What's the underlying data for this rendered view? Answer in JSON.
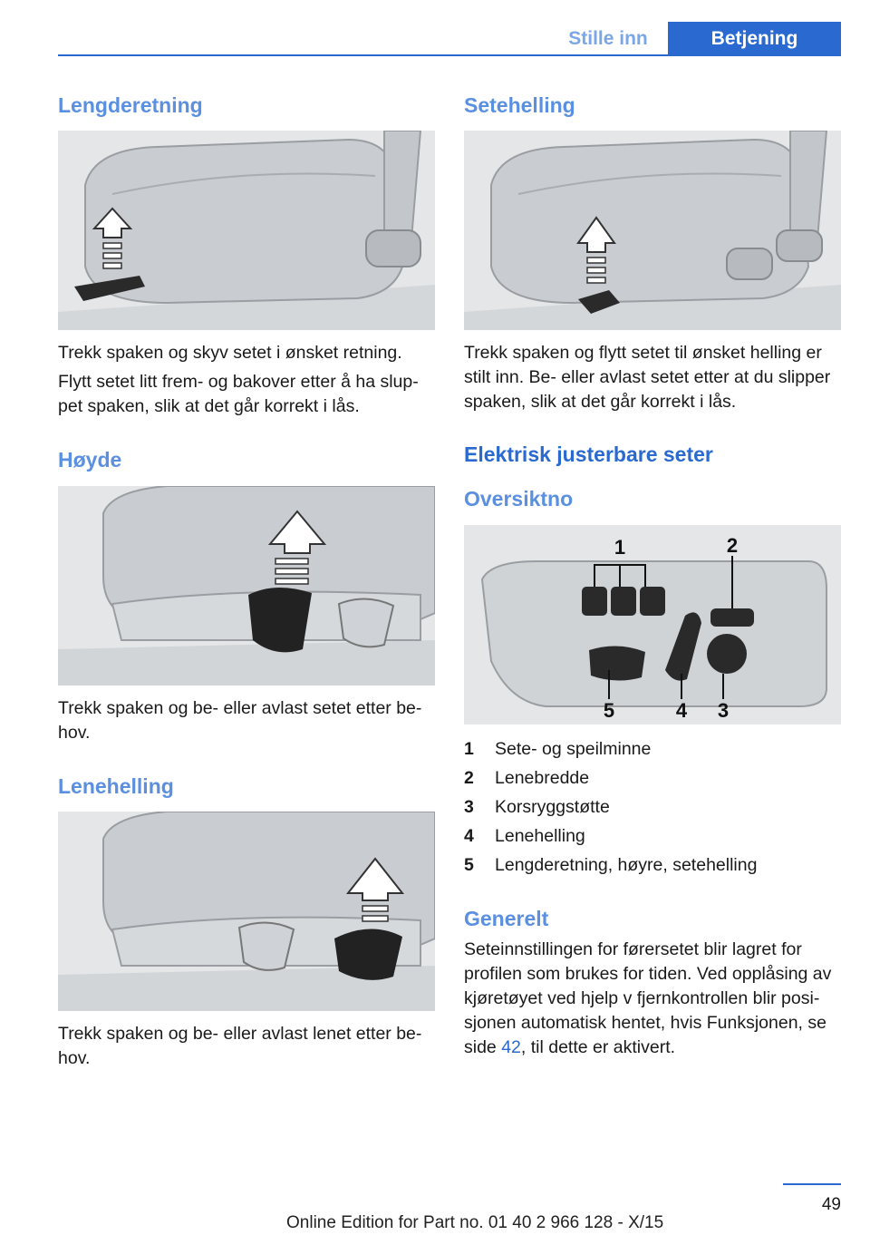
{
  "header": {
    "tab_inactive": "Stille inn",
    "tab_active": "Betjening"
  },
  "left": {
    "s1": {
      "heading": "Lengderetning",
      "p1": "Trekk spaken og skyv setet i ønsket retning.",
      "p2": "Flytt setet litt frem- og bakover etter å ha slup-pet spaken, slik at det går korrekt i lås."
    },
    "s2": {
      "heading": "Høyde",
      "p1": "Trekk spaken og be- eller avlast setet etter be-hov."
    },
    "s3": {
      "heading": "Lenehelling",
      "p1": "Trekk spaken og be- eller avlast lenet etter be-hov."
    }
  },
  "right": {
    "s1": {
      "heading": "Setehelling",
      "p1": "Trekk spaken og flytt setet til ønsket helling er stilt inn. Be- eller avlast setet etter at du slipper spaken, slik at det går korrekt i lås."
    },
    "s2": {
      "heading": "Elektrisk justerbare seter"
    },
    "s3": {
      "heading": "Oversiktno"
    },
    "callouts": [
      "1",
      "2",
      "3",
      "4",
      "5"
    ],
    "items": [
      {
        "num": "1",
        "label": "Sete- og speilminne"
      },
      {
        "num": "2",
        "label": "Lenebredde"
      },
      {
        "num": "3",
        "label": "Korsryggstøtte"
      },
      {
        "num": "4",
        "label": "Lenehelling"
      },
      {
        "num": "5",
        "label": "Lengderetning, høyre, setehelling"
      }
    ],
    "s4": {
      "heading": "Generelt",
      "p1_before": "Seteinnstillingen for førersetet blir lagret for profilen som brukes for tiden. Ved opplåsing av kjøretøyet ved hjelp v fjernkontrollen blir posi-sjonen automatisk hentet, hvis Funksjonen, se side ",
      "p1_link": "42",
      "p1_after": ", til dette er aktivert."
    }
  },
  "footer": {
    "page_number": "49",
    "edition": "Online Edition for Part no. 01 40 2 966 128 - X/15"
  },
  "colors": {
    "accent": "#2a6ad0",
    "accent_light": "#7aa7e8"
  }
}
